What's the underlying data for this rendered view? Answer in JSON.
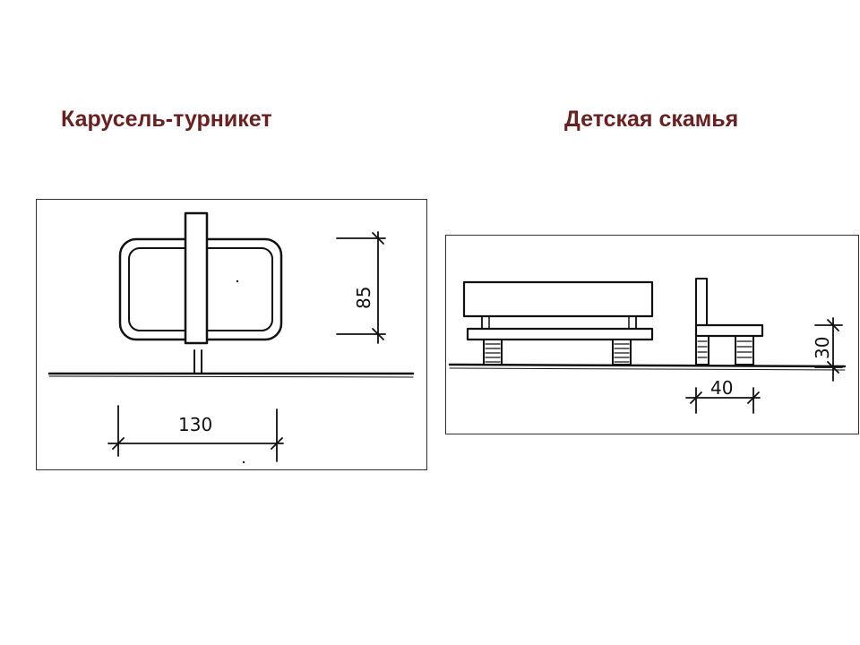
{
  "titles": {
    "left": "Карусель-турникет",
    "right": "Детская скамья"
  },
  "colors": {
    "title": "#6b2020",
    "ink": "#111111",
    "frame_border": "#333333",
    "background": "#ffffff"
  },
  "drawings": {
    "carousel": {
      "width_label": "130",
      "height_label": "85"
    },
    "bench": {
      "depth_label": "40",
      "seat_height_label": "30"
    }
  }
}
